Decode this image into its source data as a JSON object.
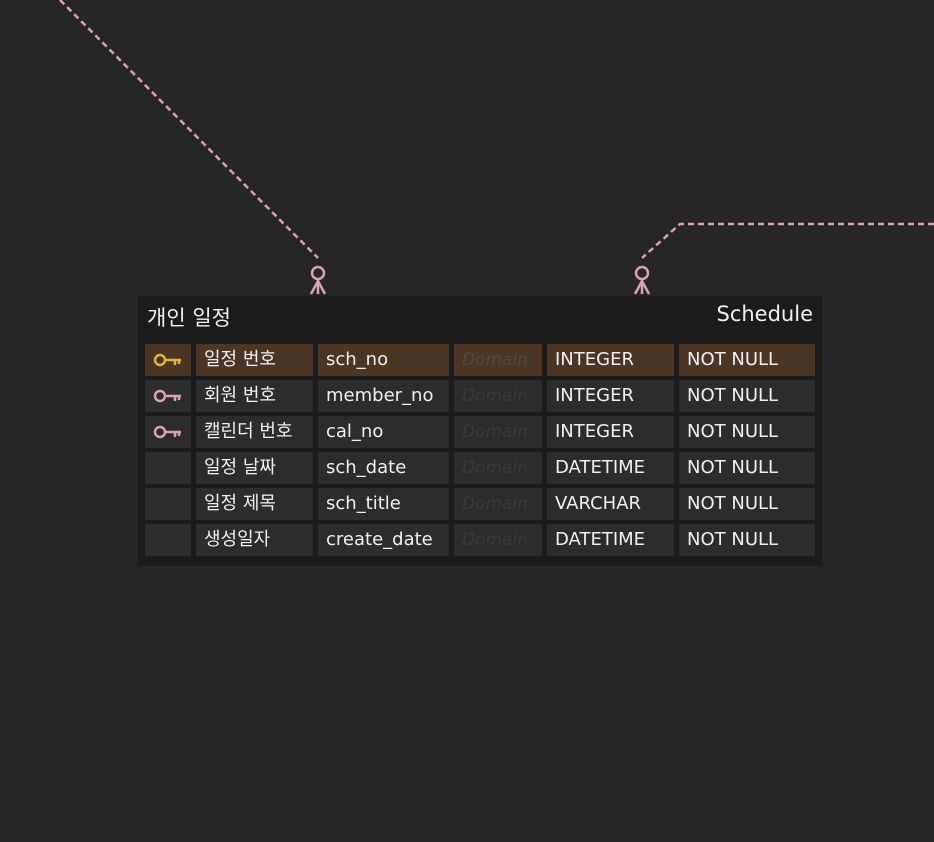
{
  "colors": {
    "background": "#262626",
    "entity_bg": "#1b1b1b",
    "row_bg": "#2c2c2c",
    "pk_row_bg": "#4b3525",
    "relation_line": "#d9a3b0",
    "pk_key": "#e0b43a",
    "fk_key": "#d9a3b0"
  },
  "entity": {
    "logical_name": "개인 일정",
    "physical_name": "Schedule",
    "columns": [
      {
        "key": "pk",
        "key_icon": "key-icon",
        "logical": "일정 번호",
        "physical": "sch_no",
        "domain": "Domain",
        "type": "INTEGER",
        "nullable": "NOT NULL"
      },
      {
        "key": "fk",
        "key_icon": "key-icon",
        "logical": "회원 번호",
        "physical": "member_no",
        "domain": "Domain",
        "type": "INTEGER",
        "nullable": "NOT NULL"
      },
      {
        "key": "fk",
        "key_icon": "key-icon",
        "logical": "캘린더 번호",
        "physical": "cal_no",
        "domain": "Domain",
        "type": "INTEGER",
        "nullable": "NOT NULL"
      },
      {
        "key": "",
        "key_icon": "",
        "logical": "일정 날짜",
        "physical": "sch_date",
        "domain": "Domain",
        "type": "DATETIME",
        "nullable": "NOT NULL"
      },
      {
        "key": "",
        "key_icon": "",
        "logical": "일정 제목",
        "physical": "sch_title",
        "domain": "Domain",
        "type": "VARCHAR",
        "nullable": "NOT NULL"
      },
      {
        "key": "",
        "key_icon": "",
        "logical": "생성일자",
        "physical": "create_date",
        "domain": "Domain",
        "type": "DATETIME",
        "nullable": "NOT NULL"
      }
    ]
  }
}
